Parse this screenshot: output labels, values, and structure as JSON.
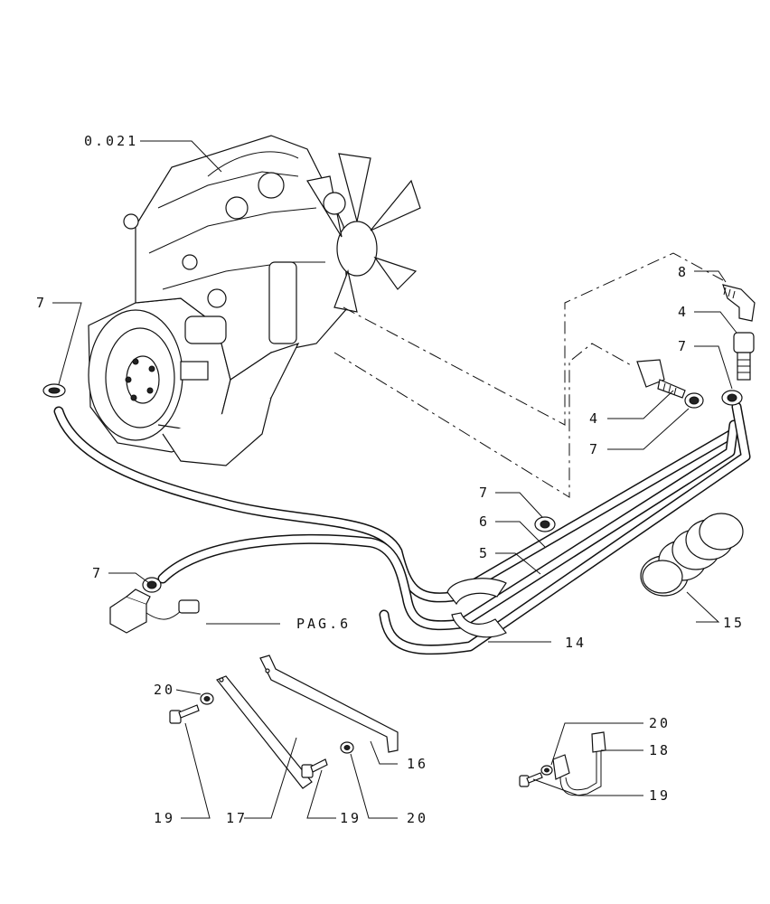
{
  "labels": {
    "engine_ref": "0.021",
    "clamp_upper_left": "7",
    "clamp_upper_right": "7",
    "clamp_mid_right": "7",
    "clamp_center": "7",
    "clamp_lower_left": "7",
    "elbow": "8",
    "fitting_upper": "4",
    "fitting_lower": "4",
    "pipe_6": "6",
    "pipe_5": "5",
    "bracket_14": "14",
    "sleeve_15": "15",
    "page_ref": "PAG.6",
    "washer_20_left": "20",
    "washer_20_right": "20",
    "washer_20_bottom": "20",
    "bolt_19_left": "19",
    "bolt_19_mid": "19",
    "bolt_19_right": "19",
    "strap_17": "17",
    "strap_16": "16",
    "bracket_18": "18"
  },
  "icons": [
    "engine-icon",
    "hose-clamp-icon",
    "elbow-fitting-icon",
    "quick-coupler-icon",
    "sensor-icon",
    "bellows-sleeve-icon",
    "bolt-icon",
    "washer-icon",
    "strap-icon",
    "pipe-bracket-icon"
  ]
}
